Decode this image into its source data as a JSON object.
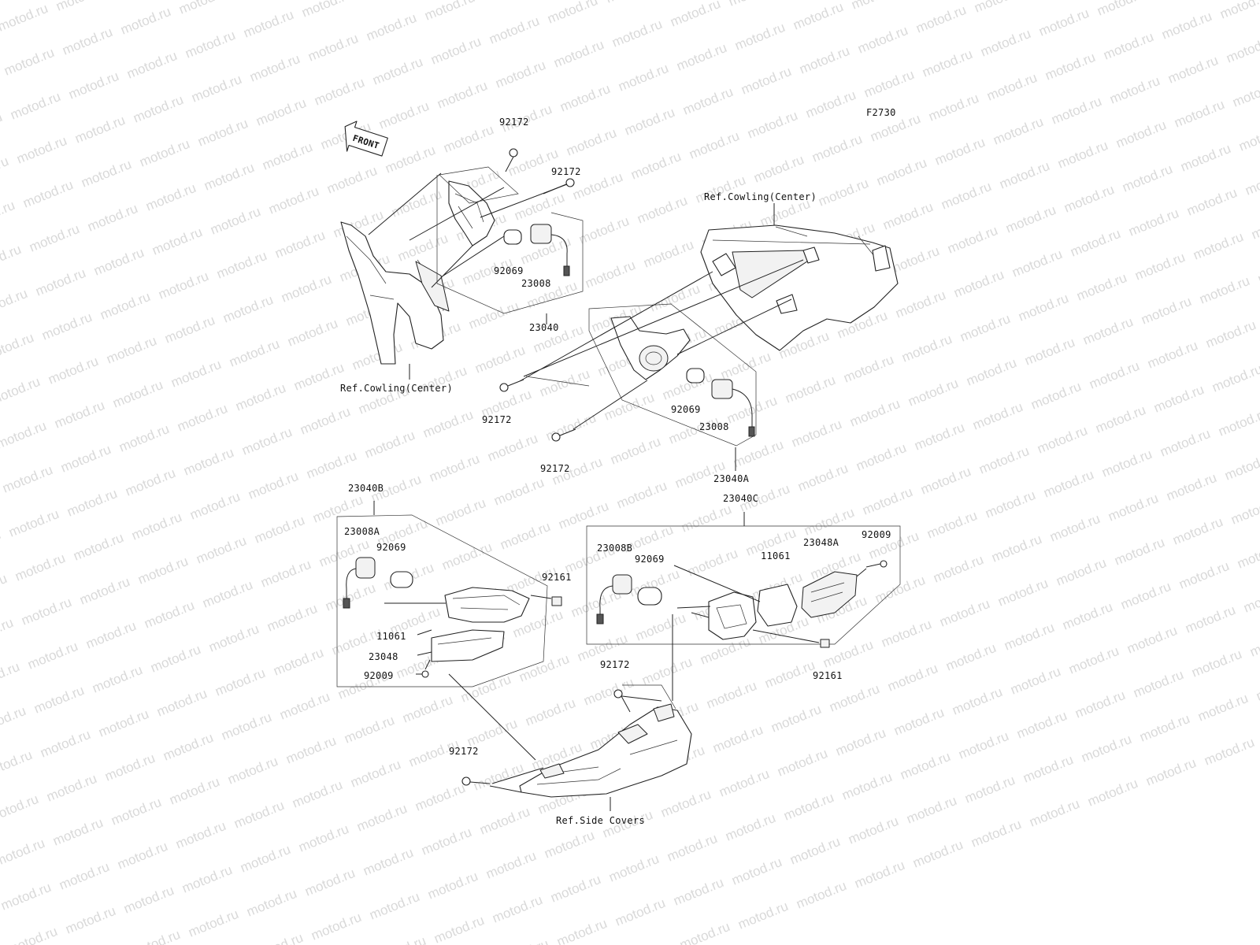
{
  "diagram": {
    "code": "F2730",
    "front_label": "FRONT",
    "watermark": "motod.ru",
    "refs": {
      "cowling_top": "Ref.Cowling(Center)",
      "cowling_left": "Ref.Cowling(Center)",
      "side_covers": "Ref.Side Covers"
    },
    "parts": {
      "p92172_a": "92172",
      "p92172_b": "92172",
      "p92069_a": "92069",
      "p23008_a": "23008",
      "p23040": "23040",
      "p92172_c": "92172",
      "p92172_d": "92172",
      "p92069_b": "92069",
      "p23008_b": "23008",
      "p23040A": "23040A",
      "p23040B": "23040B",
      "p23008A": "23008A",
      "p92069_c": "92069",
      "p92161_a": "92161",
      "p11061_a": "11061",
      "p23048": "23048",
      "p92009_a": "92009",
      "p23040C": "23040C",
      "p23008B": "23008B",
      "p92069_d": "92069",
      "p11061_b": "11061",
      "p23048A": "23048A",
      "p92009_b": "92009",
      "p92161_b": "92161",
      "p92172_e": "92172",
      "p92172_f": "92172"
    }
  }
}
